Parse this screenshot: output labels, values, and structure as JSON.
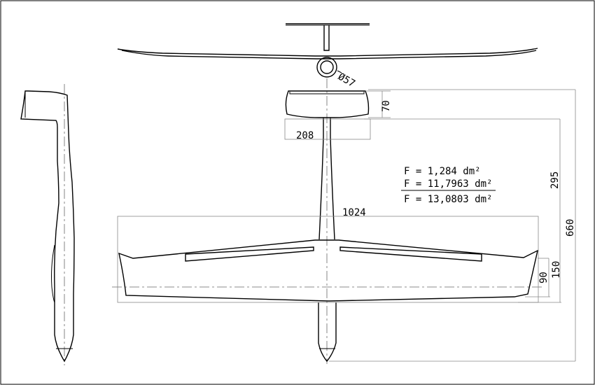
{
  "dimensions": {
    "diameter": "Ø57",
    "stab_chord": "70",
    "stab_span": "208",
    "wingspan": "1024",
    "tail_arm": "295",
    "overall_length": "660",
    "wing_root_chord": "150",
    "wing_tip_chord": "90"
  },
  "areas": {
    "stab": "F =  1,284  dm²",
    "wing": "F = 11,7963 dm²",
    "total": "F = 13,0803 dm²"
  }
}
